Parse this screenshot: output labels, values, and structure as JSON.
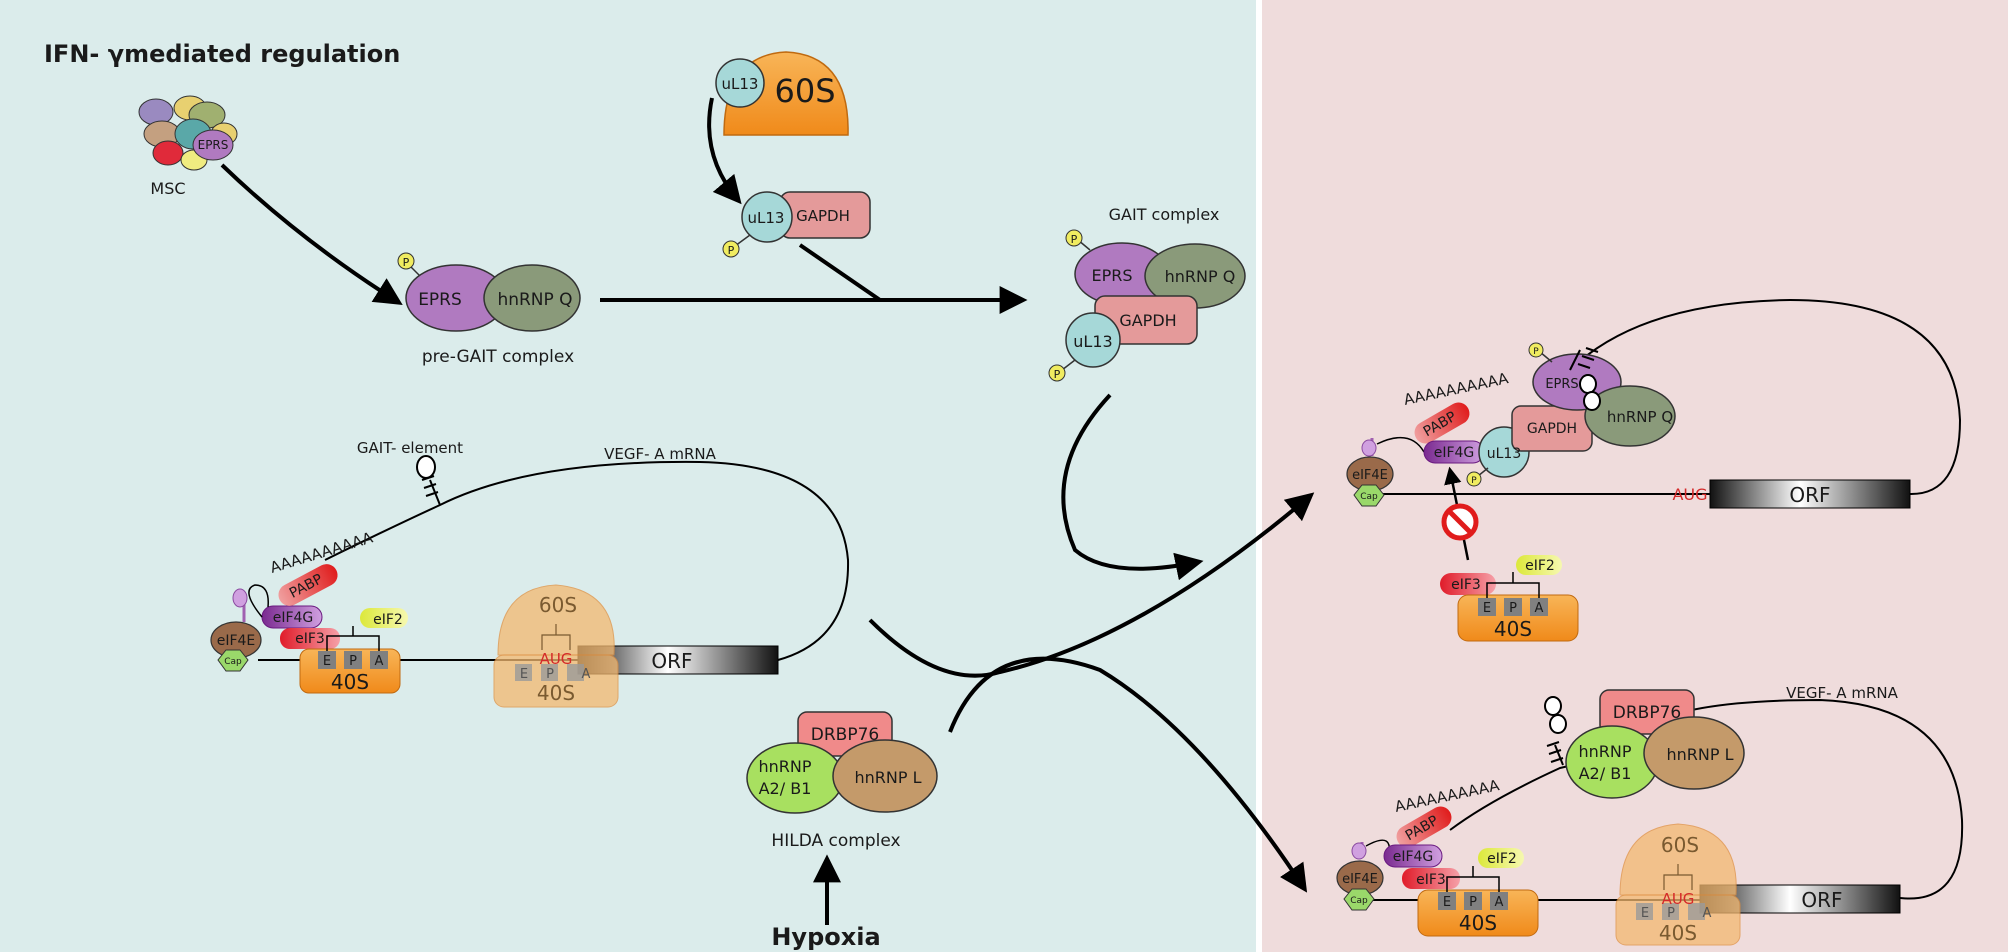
{
  "title": "IFN- γmediated  regulation",
  "hypoxia": "Hypoxia",
  "labels": {
    "msc": "MSC",
    "pre_gait": "pre-GAIT complex",
    "gait_complex": "GAIT complex",
    "gait_element": "GAIT- element",
    "vegf_mrna": "VEGF- A mRNA",
    "hilda_complex": "HILDA complex",
    "poly_a": "AAAAAAAAAA"
  },
  "proteins": {
    "eprs": "EPRS",
    "hnrnpq": "hnRNP Q",
    "gapdh": "GAPDH",
    "ul13": "uL13",
    "s60": "60S",
    "s40": "40S",
    "drbp76": "DRBP76",
    "hnrnp_a2b1_line1": "hnRNP",
    "hnrnp_a2b1_line2": "A2/ B1",
    "hnrnpl": "hnRNP L",
    "pabp": "PABP",
    "eif4g": "eIF4G",
    "eif4e": "eIF4E",
    "eif3": "eIF3",
    "eif2": "eIF2",
    "cap": "Cap",
    "orf": "ORF",
    "aug": "AUG",
    "p": "P",
    "site_e": "E",
    "site_p": "P",
    "site_a": "A"
  },
  "colors": {
    "left_panel": "#dbeceb",
    "right_panel": "#efdcdc",
    "eprs": "#b07ac0",
    "hnrnpq": "#8a9a7a",
    "gapdh": "#e49a9a",
    "ul13": "#a6d8d8",
    "ribosome": "#f29a2e",
    "drbp76": "#f08a8a",
    "hnrnp_a2b1": "#a8e060",
    "hnrnpl": "#c49a6a",
    "pabp": "#e23a3a",
    "eif4g": "#8a3aa0",
    "eif4e": "#9a6a4a",
    "eif3": "#e02a3a",
    "eif2": "#e4ec4a",
    "cap": "#9ad86a",
    "phospho": "#f0ec60",
    "aug": "#d42a2a"
  }
}
